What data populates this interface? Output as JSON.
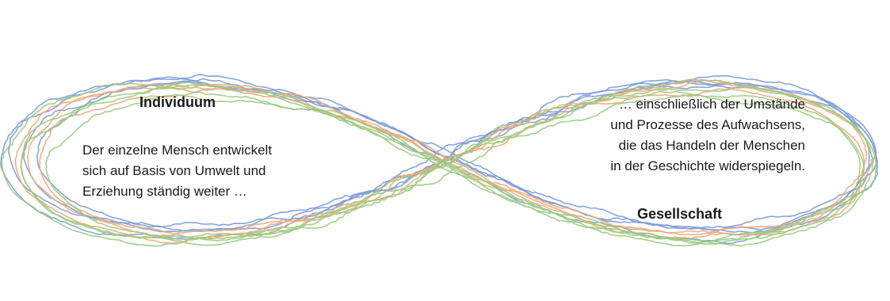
{
  "colors": {
    "blue": "#7c9bd6",
    "orange": "#f0a878",
    "green": "#9acb80"
  },
  "left": {
    "title": "Individuum",
    "lines": [
      "Der einzelne Mensch entwickelt",
      "sich auf Basis von Umwelt und",
      "Erziehung ständig weiter …"
    ]
  },
  "right": {
    "title": "Gesellschaft",
    "lines": [
      "… einschließlich der Umstände",
      "und Prozesse des Aufwachsens,",
      "die das Handeln der Menschen",
      "in der Geschichte widerspiegeln."
    ]
  }
}
